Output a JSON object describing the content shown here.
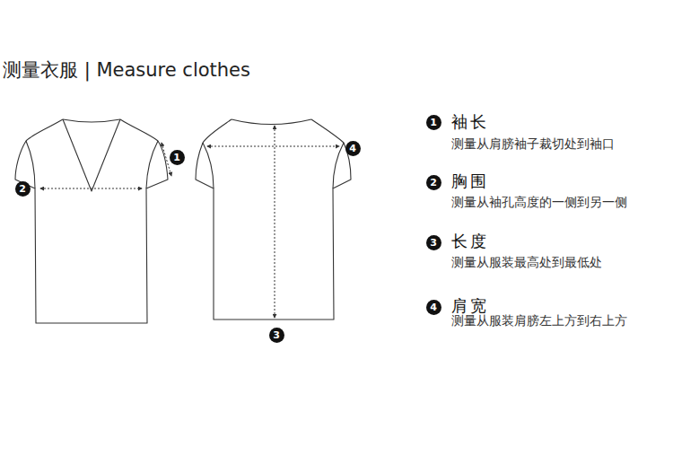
{
  "diagram": {
    "title": "测量衣服 | Measure clothes",
    "nodes": [
      {
        "text": [
          "1"
        ]
      },
      {
        "text": [
          "2"
        ]
      },
      {
        "text": [
          "4"
        ]
      },
      {
        "text": [
          "3"
        ]
      },
      {
        "text": [
          "1"
        ]
      },
      {
        "text": [
          "2"
        ]
      },
      {
        "text": [
          "3"
        ]
      },
      {
        "text": [
          "4"
        ]
      }
    ],
    "labels": [
      "袖长",
      "测量从肩膀袖子裁切处到袖口",
      "胸围",
      "测量从袖孔高度的一侧到另一侧",
      "长度",
      "测量从服装最高处到最低处",
      "肩宽",
      "测量从服装肩膀左上方到右上方"
    ]
  }
}
